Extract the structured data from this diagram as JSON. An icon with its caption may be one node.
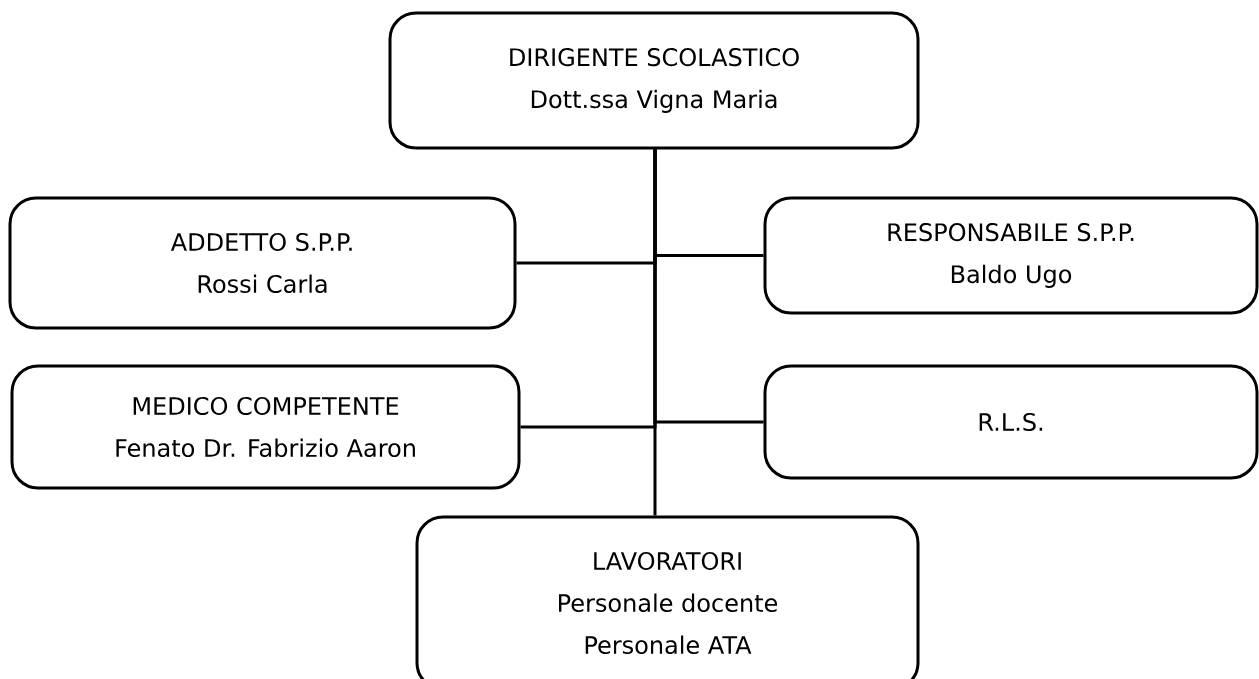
{
  "diagram": {
    "nodes": [
      {
        "text": [
          "DIRIGENTE SCOLASTICO",
          "Dott.ssa Vigna Maria"
        ]
      },
      {
        "text": [
          "ADDETTO S.P.P.",
          "Rossi Carla"
        ]
      },
      {
        "text": [
          "RESPONSABILE S.P.P.",
          "Baldo Ugo"
        ]
      },
      {
        "text": [
          "MEDICO COMPETENTE",
          "Fenato Dr. Fabrizio Aaron"
        ]
      },
      {
        "text": [
          "R.L.S."
        ]
      },
      {
        "text": [
          "LAVORATORI",
          "Personale docente",
          "Personale ATA"
        ]
      }
    ],
    "edges": [
      {
        "from": 0,
        "to": 5,
        "arrow": "none"
      },
      {
        "from": 1,
        "to": 0,
        "arrow": "none"
      },
      {
        "from": 2,
        "to": 0,
        "arrow": "none"
      },
      {
        "from": 3,
        "to": 0,
        "arrow": "none"
      },
      {
        "from": 4,
        "to": 0,
        "arrow": "none"
      }
    ]
  }
}
